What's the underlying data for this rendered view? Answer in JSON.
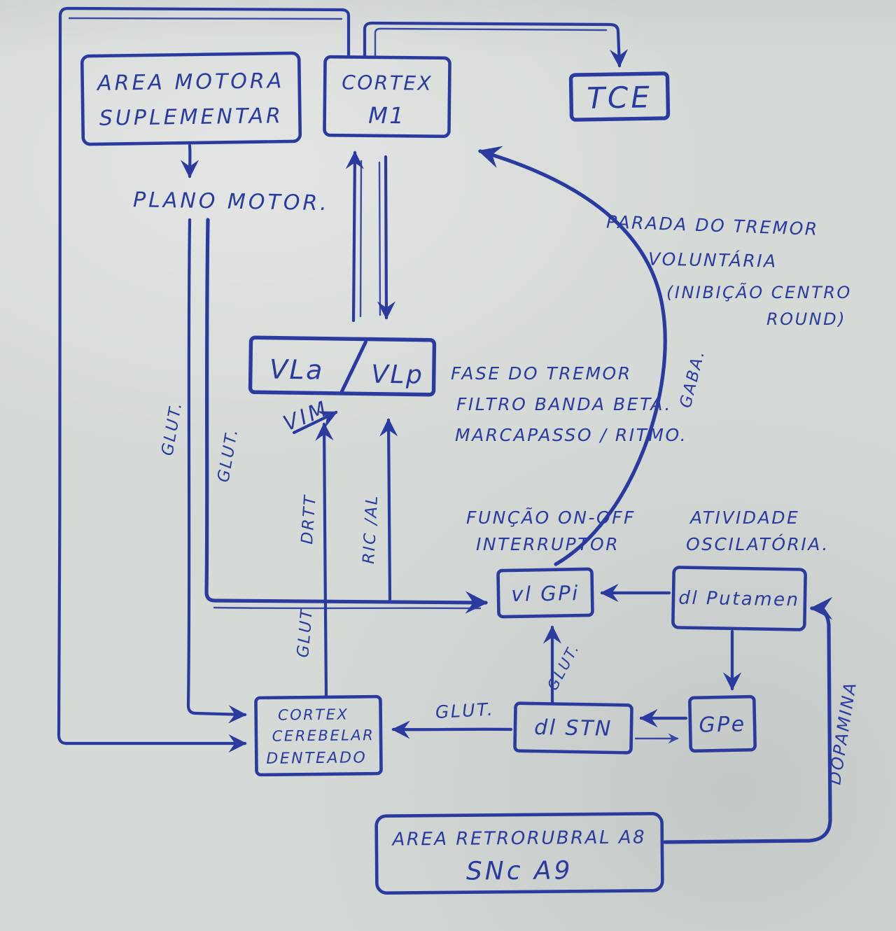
{
  "canvas": {
    "ink": "#2a3a9e",
    "paper": "#d6dad7"
  },
  "boxes": {
    "area_motora": {
      "line1": "AREA MOTORA",
      "line2": "SUPLEMENTAR"
    },
    "cortex_m1": {
      "line1": "CORTEX",
      "line2": "M1"
    },
    "tce": {
      "label": "TCE"
    },
    "vl": {
      "left": "VLa",
      "right": "VLp"
    },
    "vl_gpi": {
      "label": "vl GPi"
    },
    "dl_putamen": {
      "label": "dl Putamen"
    },
    "gpe": {
      "label": "GPe"
    },
    "dl_stn": {
      "label": "dl STN"
    },
    "cortex_cerebelar": {
      "line1": "CORTEX",
      "line2": "CEREBELAR",
      "line3": "DENTEADO"
    },
    "area_retrorubral": {
      "line1": "AREA RETRORUBRAL A8",
      "line2": "SNc A9"
    }
  },
  "labels": {
    "plano_motor": "PLANO MOTOR.",
    "parada_line1": "PARADA DO TREMOR",
    "parada_line2": "VOLUNTÁRIA",
    "parada_line3": "(INIBIÇÃO CENTRO",
    "parada_line4": "ROUND)",
    "fase_line1": "FASE DO TREMOR",
    "fase_line2": "FILTRO BANDA BETA.",
    "fase_line3": "MARCAPASSO / RITMO.",
    "funcao_line1": "FUNÇÃO ON-OFF",
    "funcao_line2": "INTERRUPTOR",
    "atividade_line1": "ATIVIDADE",
    "atividade_line2": "OSCILATÓRIA.",
    "glut_left": "GLUT.",
    "glut_mid": "GLUT.",
    "glut_drtt": "GLUT",
    "glut_stn_gpi": "GLUT.",
    "glut_stn_cereb": "GLUT.",
    "vim": "VIM",
    "drtt": "DRTT",
    "ric_al": "RIC /AL",
    "gaba": "GABA.",
    "dopamina": "DOPAMINA"
  }
}
